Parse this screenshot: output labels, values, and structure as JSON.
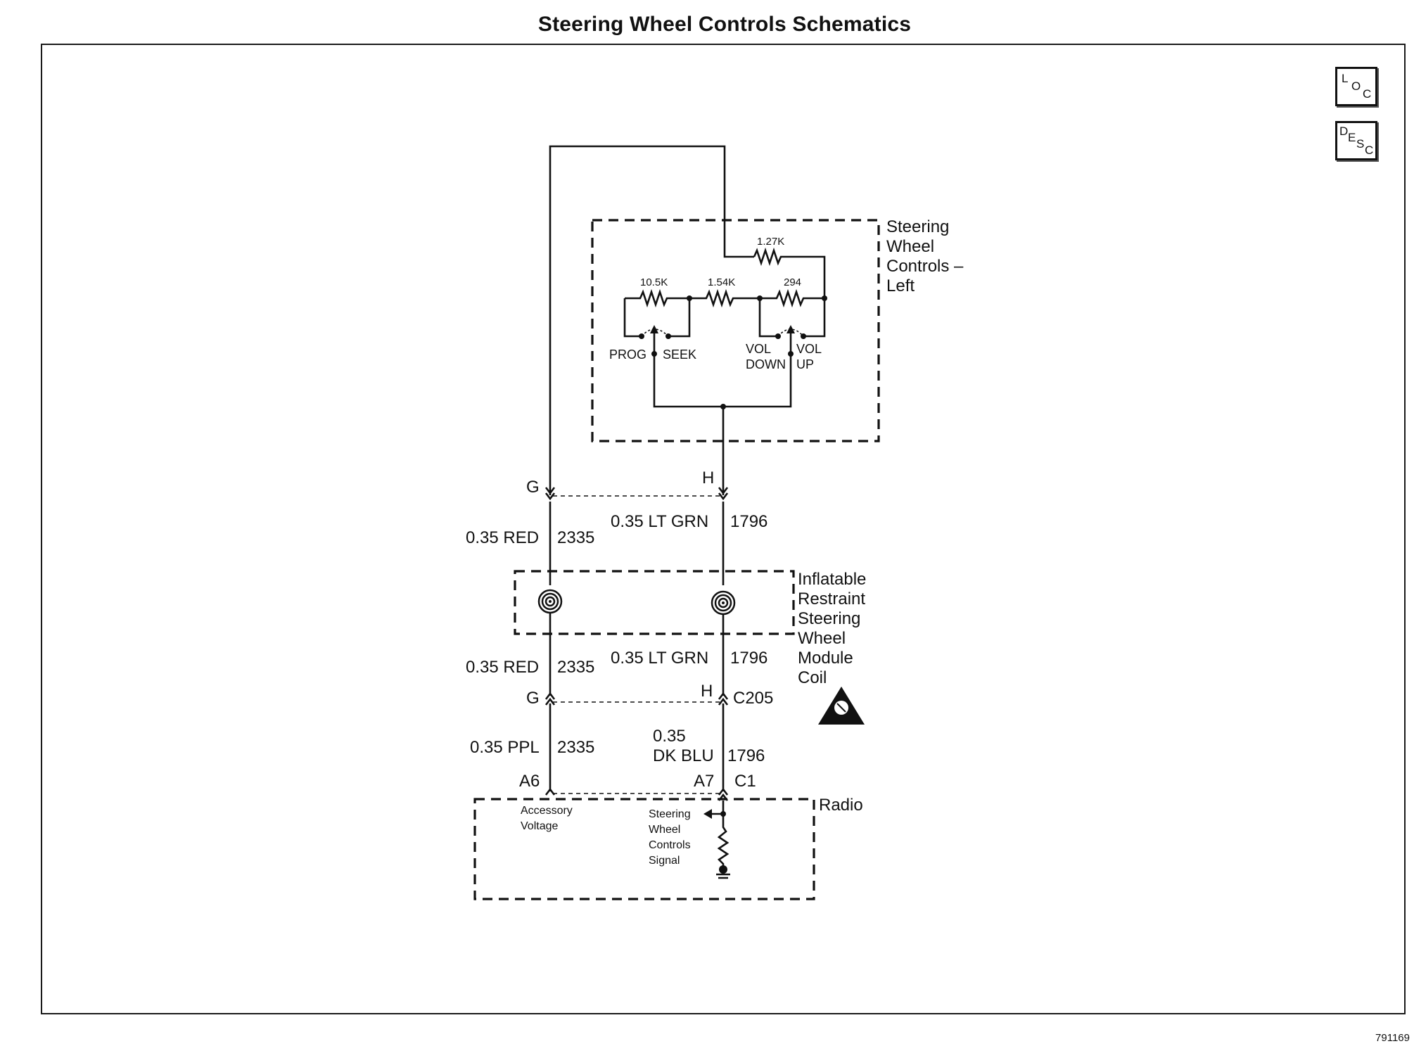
{
  "title": "Steering Wheel Controls Schematics",
  "figure_number": "791169",
  "symbols": {
    "loc": {
      "l": "L",
      "o": "O",
      "c": "C"
    },
    "desc": {
      "d": "D",
      "e": "E",
      "s": "S",
      "c": "C"
    }
  },
  "components": {
    "steering_wheel_controls": [
      "Steering",
      "Wheel",
      "Controls –",
      "Left"
    ],
    "coil": [
      "Inflatable",
      "Restraint",
      "Steering",
      "Wheel",
      "Module",
      "Coil"
    ],
    "radio": "Radio"
  },
  "resistors": {
    "r1": "1.27K",
    "r2": "10.5K",
    "r3": "1.54K",
    "r4": "294"
  },
  "switches": {
    "prog": "PROG",
    "seek": "SEEK",
    "vol_down": [
      "VOL",
      "DOWN"
    ],
    "vol_up": [
      "VOL",
      "UP"
    ]
  },
  "connectors": {
    "g_top": "G",
    "h_top": "H",
    "g_mid": "G",
    "h_mid": "H",
    "c205": "C205",
    "a6": "A6",
    "a7": "A7",
    "c1": "C1"
  },
  "wires": {
    "red_upper": {
      "spec": "0.35 RED",
      "circuit": "2335"
    },
    "ltgrn_upper": {
      "spec": "0.35 LT GRN",
      "circuit": "1796"
    },
    "red_lower": {
      "spec": "0.35 RED",
      "circuit": "2335"
    },
    "ltgrn_lower": {
      "spec": "0.35 LT GRN",
      "circuit": "1796"
    },
    "ppl": {
      "spec": "0.35 PPL",
      "circuit": "2335"
    },
    "dkblu": {
      "spec_line1": "0.35",
      "spec_line2": "DK BLU",
      "circuit": "1796"
    }
  },
  "radio_labels": {
    "accessory": [
      "Accessory",
      "Voltage"
    ],
    "signal": [
      "Steering",
      "Wheel",
      "Controls",
      "Signal"
    ]
  }
}
